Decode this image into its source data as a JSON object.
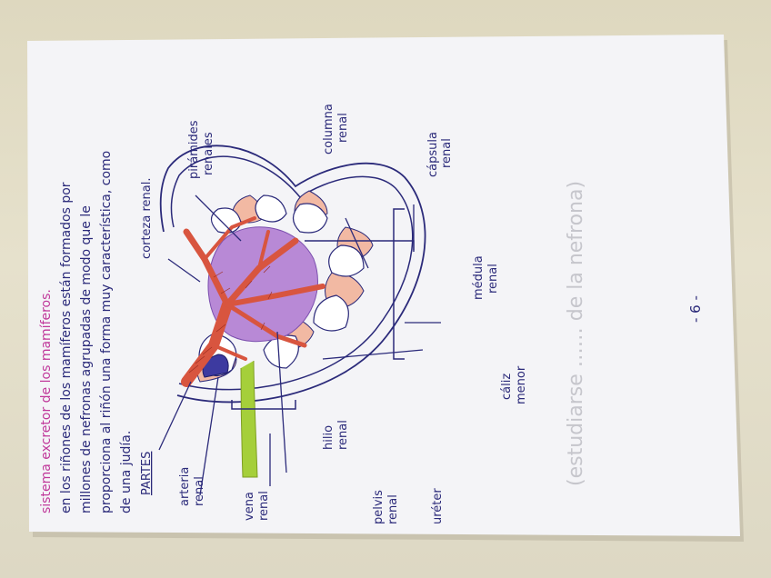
{
  "page": {
    "title": "sistema excretor de los mamíferos.",
    "paragraph_lines": [
      "en los riñones de los mamíferos están formados por",
      "millones de nefronas agrupadas de modo que le",
      "proporciona al riñón una forma muy característica, como",
      "de una judía."
    ],
    "section_heading": "PARTES",
    "page_number": "- 6 -",
    "faint_note": "(estudiarse …… de la nefrona)"
  },
  "labels": {
    "corteza": "corteza renal.",
    "piramides_1": "pirámides",
    "piramides_2": "renales",
    "columna_1": "columna",
    "columna_2": "renal",
    "capsula_1": "cápsula",
    "capsula_2": "renal",
    "medula_1": "médula",
    "medula_2": "renal",
    "caliz_1": "cáliz",
    "caliz_2": "menor",
    "hilio_1": "hilio",
    "hilio_2": "renal",
    "arteria_1": "arteria",
    "arteria_2": "renal",
    "vena_1": "vena",
    "vena_2": "renal",
    "pelvis_1": "pelvis",
    "pelvis_2": "renal",
    "ureter": "uréter"
  },
  "colors": {
    "ink_blue": "#2b2a7a",
    "title_pink": "#c0389a",
    "pelvis_purple": "#b889d6",
    "artery_red": "#d8553f",
    "vein_blue": "#3d3aa0",
    "ureter_green": "#a5cf3a",
    "pyramid_peach": "#f2b9a3"
  }
}
